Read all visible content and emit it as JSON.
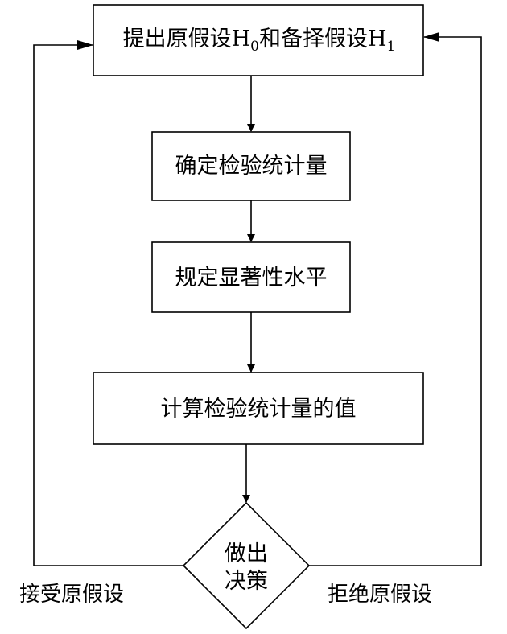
{
  "diagram": {
    "nodes": {
      "hypotheses": {
        "text": "提出原假设H",
        "sub0": "0",
        "mid": "和备择假设H",
        "sub1": "1"
      },
      "determine_statistic": "确定检验统计量",
      "significance_level": "规定显著性水平",
      "compute_statistic": "计算检验统计量的值",
      "decision_line1": "做出",
      "decision_line2": "决策"
    },
    "edges": {
      "accept_label": "接受原假设",
      "reject_label": "拒绝原假设"
    },
    "colors": {
      "stroke": "#000000",
      "background": "#ffffff"
    }
  }
}
